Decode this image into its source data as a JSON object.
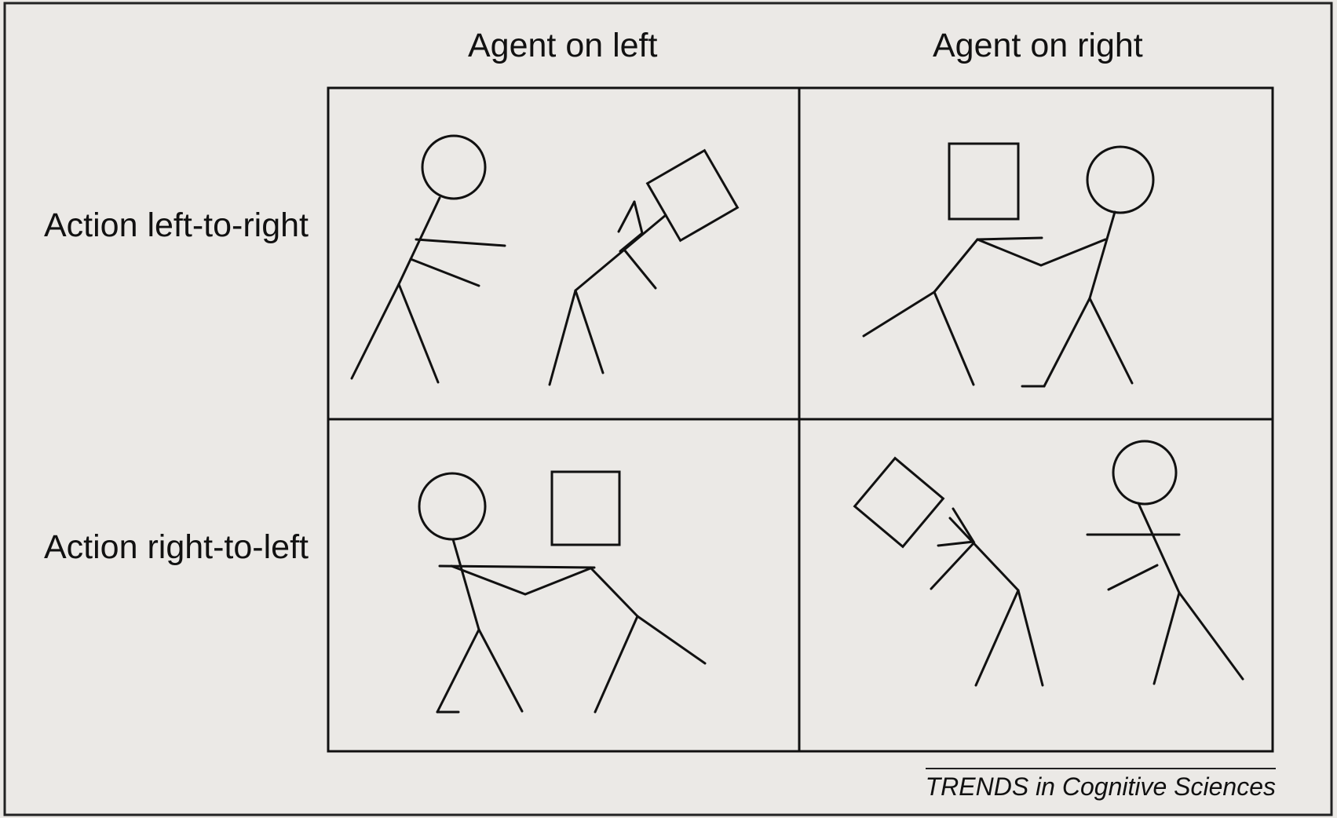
{
  "columns": [
    "Agent on left",
    "Agent on right"
  ],
  "rows": [
    "Action left-to-right",
    "Action right-to-left"
  ],
  "credit": "TRENDS in Cognitive Sciences",
  "colors": {
    "background": "#ebe9e6",
    "ink": "#111111"
  },
  "panels": [
    {
      "row": 0,
      "col": 0,
      "agent_side": "left",
      "action_direction": "left-to-right",
      "depiction": "stick figure pushing a square block held by another figure"
    },
    {
      "row": 0,
      "col": 1,
      "agent_side": "right",
      "action_direction": "left-to-right",
      "depiction": "stick figure carrying a square box"
    },
    {
      "row": 1,
      "col": 0,
      "agent_side": "left",
      "action_direction": "right-to-left",
      "depiction": "stick figure carrying a square box"
    },
    {
      "row": 1,
      "col": 1,
      "agent_side": "right",
      "action_direction": "right-to-left",
      "depiction": "stick figure pushing a square block held by another figure"
    }
  ]
}
